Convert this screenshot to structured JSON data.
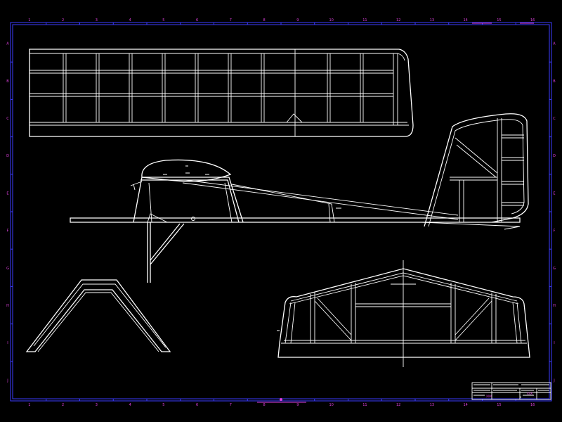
{
  "colors": {
    "background": "#000000",
    "frame": "#3b3bff",
    "grid_label": "#e040e0",
    "lines": "#ffffff"
  },
  "border": {
    "top_labels": [
      "1",
      "2",
      "3",
      "4",
      "5",
      "6",
      "7",
      "8",
      "9",
      "10",
      "11",
      "12",
      "13",
      "14",
      "15",
      "16"
    ],
    "bottom_labels": [
      "1",
      "2",
      "3",
      "4",
      "5",
      "6",
      "7",
      "8",
      "9",
      "10",
      "11",
      "12",
      "13",
      "14",
      "15",
      "16"
    ],
    "side_labels": [
      "A",
      "B",
      "C",
      "D",
      "E",
      "F",
      "G",
      "H",
      "I",
      "J"
    ]
  },
  "title_block": {
    "marks": [
      "XXX",
      "XXX",
      "2"
    ]
  }
}
